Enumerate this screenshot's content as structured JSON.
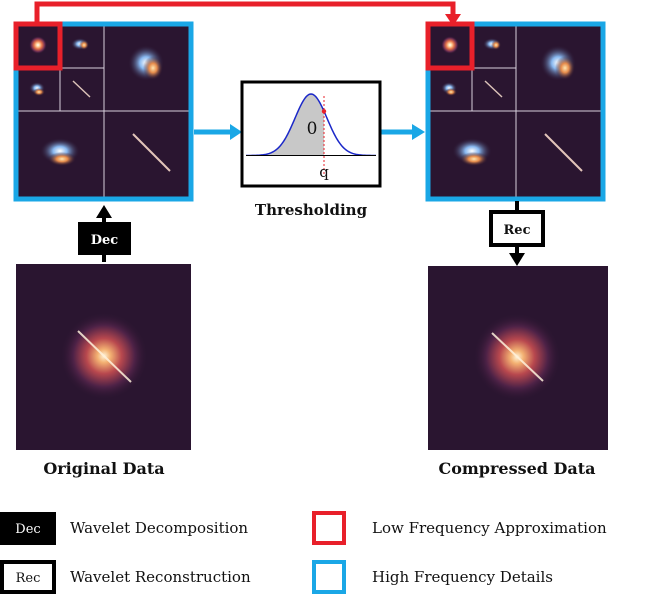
{
  "labels": {
    "thresholding": "Thresholding",
    "original": "Original Data",
    "compressed": "Compressed Data",
    "threshold_zero": "0",
    "threshold_q": "q"
  },
  "badges": {
    "dec": "Dec",
    "rec": "Rec"
  },
  "legend": {
    "dec_label": "Wavelet Decomposition",
    "rec_label": "Wavelet Reconstruction",
    "low_label": "Low Frequency Approximation",
    "high_label": "High Frequency Details"
  },
  "colors": {
    "low_frequency": "#e8202a",
    "high_frequency": "#1aa7e6",
    "panel_bg": "#2a1530",
    "arrow": "#000000",
    "gaussian_curve": "#1b28c8",
    "threshold_point": "#e8202a"
  }
}
